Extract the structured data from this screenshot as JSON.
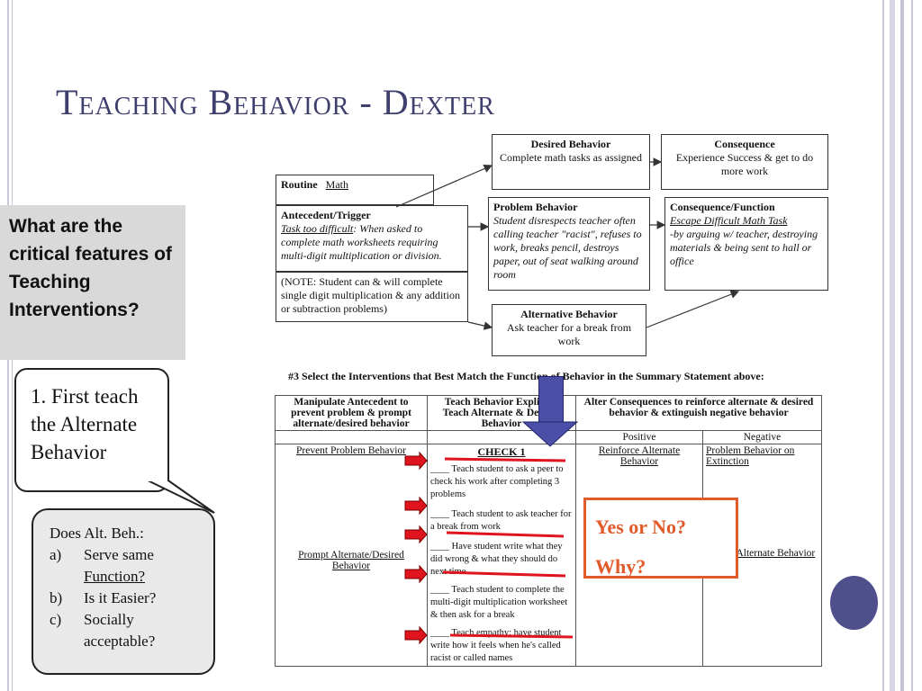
{
  "title": "Teaching Behavior - Dexter",
  "question": "What are the critical features of Teaching Interventions?",
  "bubble": {
    "text": "1. First teach the Alternate Behavior"
  },
  "callout": {
    "heading": "Does Alt. Beh.:",
    "items": [
      {
        "marker": "a)",
        "pre": "Serve same",
        "underlined": "Function?"
      },
      {
        "marker": "b)",
        "pre": "Is it Easier?"
      },
      {
        "marker": "c)",
        "pre": "Socially acceptable?"
      }
    ]
  },
  "routine": {
    "label": "Routine",
    "value": "Math"
  },
  "antecedent": {
    "heading": "Antecedent/Trigger",
    "detail_label": "Task too difficult",
    "detail": ": When asked to complete math worksheets requiring multi-digit multiplication or division."
  },
  "note": "(NOTE: Student can & will complete single digit multiplication & any addition or subtraction problems)",
  "desired": {
    "heading": "Desired Behavior",
    "text": "Complete math tasks as assigned"
  },
  "consequence_top": {
    "heading": "Consequence",
    "text": "Experience Success & get to do more work"
  },
  "problem": {
    "heading": "Problem Behavior",
    "text": "Student disrespects teacher often calling teacher \"racist\", refuses to work, breaks pencil, destroys paper, out of seat walking around room"
  },
  "consequence_fn": {
    "heading": "Consequence/Function",
    "sub": "Escape Difficult Math Task",
    "text": "-by arguing w/ teacher, destroying materials & being sent to hall or office"
  },
  "alternative": {
    "heading": "Alternative Behavior",
    "text": "Ask teacher for a break from work"
  },
  "section3": "#3 Select the Interventions that Best Match the Function of Behavior in the Summary Statement above:",
  "table": {
    "col1_head": "Manipulate Antecedent to prevent problem & prompt alternate/desired behavior",
    "col2_head": "Teach Behavior Explicitly Teach Alternate & Desired Behavior",
    "col3_head": "Alter Consequences to reinforce alternate & desired behavior & extinguish negative behavior",
    "positive": "Positive",
    "negative": "Negative",
    "prevent": "Prevent Problem Behavior",
    "check": "CHECK 1",
    "reinforce": "Reinforce Alternate Behavior",
    "extinction": "Problem Behavior on Extinction",
    "prompt_alt": "Prompt Alternate/Desired Behavior",
    "prompt_alt_right": "rompt Alternate Behavior",
    "teach_items": [
      "____ Teach student to ask a peer to check his work after completing 3 problems",
      "____ Teach student to ask teacher for a break from work",
      "____ Have student write what they did wrong & what they should do next time",
      "____ Teach student to complete the multi-digit multiplication worksheet & then ask for a break",
      "____ Teach empathy: have student write how it feels when he's called racist or called names"
    ]
  },
  "yes_no": "Yes or No?",
  "why": "Why?",
  "colors": {
    "title": "#3f3f6e",
    "accent_orange": "#e05a2a",
    "arrow_blue": "#4b4fa8",
    "red_mark": "#e0141e"
  }
}
